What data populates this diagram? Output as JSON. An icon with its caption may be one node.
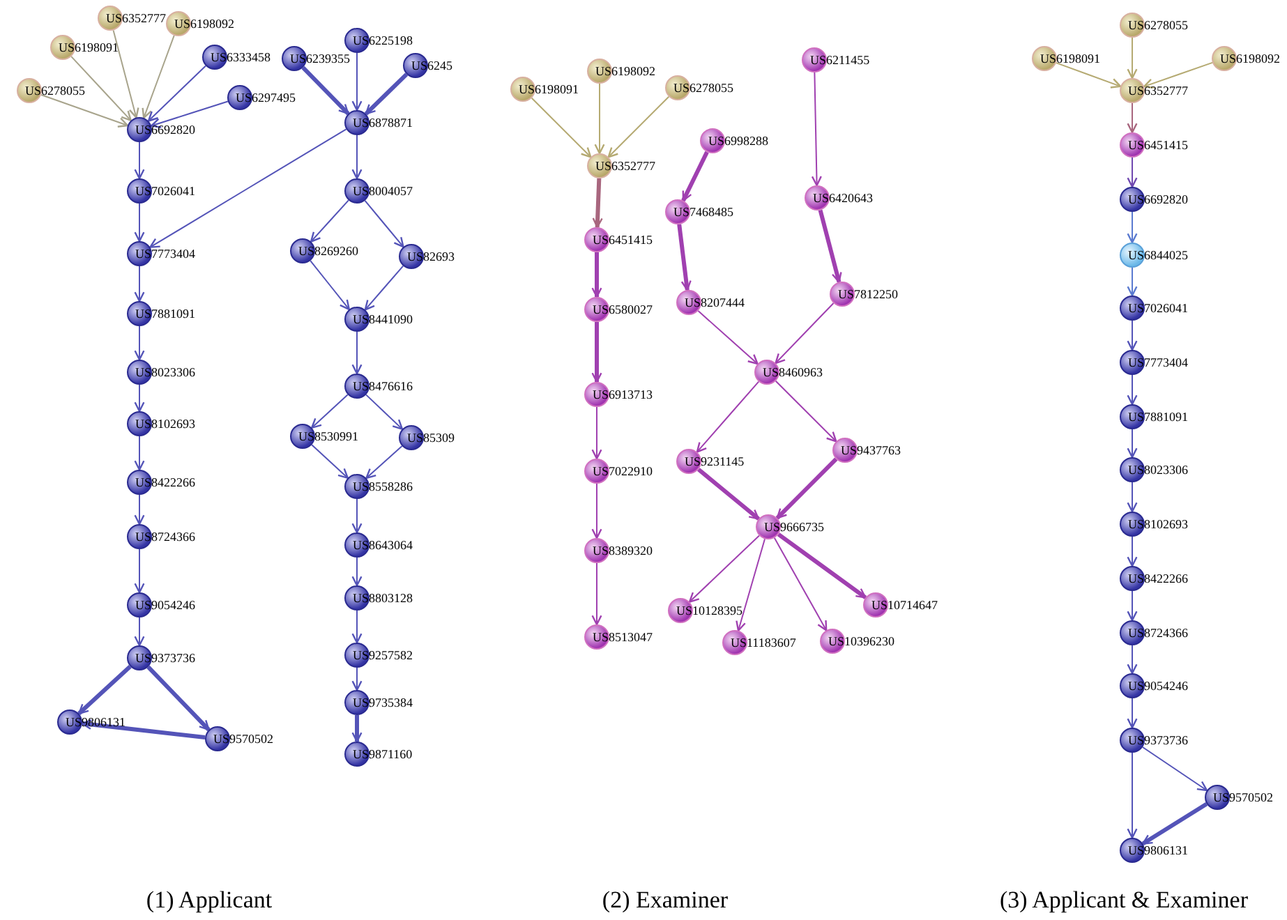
{
  "diagram": {
    "nodes": [
      {
        "text": [
          "US6352777"
        ]
      },
      {
        "text": [
          "US6198092"
        ]
      },
      {
        "text": [
          "US6198091"
        ]
      },
      {
        "text": [
          "US6333458"
        ]
      },
      {
        "text": [
          "US6278055"
        ]
      },
      {
        "text": [
          "US6297495"
        ]
      },
      {
        "text": [
          "US6692820"
        ]
      },
      {
        "text": [
          "US7026041"
        ]
      },
      {
        "text": [
          "US7773404"
        ]
      },
      {
        "text": [
          "US7881091"
        ]
      },
      {
        "text": [
          "US8023306"
        ]
      },
      {
        "text": [
          "US8102693"
        ]
      },
      {
        "text": [
          "US8422266"
        ]
      },
      {
        "text": [
          "US8724366"
        ]
      },
      {
        "text": [
          "US9054246"
        ]
      },
      {
        "text": [
          "US9373736"
        ]
      },
      {
        "text": [
          "US9806131"
        ]
      },
      {
        "text": [
          "US9570502"
        ]
      },
      {
        "text": [
          "US6225198"
        ]
      },
      {
        "text": [
          "US6239355"
        ]
      },
      {
        "text": [
          "US6245"
        ]
      },
      {
        "text": [
          "US6878871"
        ]
      },
      {
        "text": [
          "US8004057"
        ]
      },
      {
        "text": [
          "US8269260"
        ]
      },
      {
        "text": [
          "US82693"
        ]
      },
      {
        "text": [
          "US8441090"
        ]
      },
      {
        "text": [
          "US8476616"
        ]
      },
      {
        "text": [
          "US8530991"
        ]
      },
      {
        "text": [
          "US85309"
        ]
      },
      {
        "text": [
          "US8558286"
        ]
      },
      {
        "text": [
          "US8643064"
        ]
      },
      {
        "text": [
          "US8803128"
        ]
      },
      {
        "text": [
          "US9257582"
        ]
      },
      {
        "text": [
          "US9735384"
        ]
      },
      {
        "text": [
          "US9871160"
        ]
      },
      {
        "text": [
          "US6198091"
        ]
      },
      {
        "text": [
          "US6198092"
        ]
      },
      {
        "text": [
          "US6278055"
        ]
      },
      {
        "text": [
          "US6352777"
        ]
      },
      {
        "text": [
          "US6451415"
        ]
      },
      {
        "text": [
          "US6580027"
        ]
      },
      {
        "text": [
          "US6913713"
        ]
      },
      {
        "text": [
          "US7022910"
        ]
      },
      {
        "text": [
          "US8389320"
        ]
      },
      {
        "text": [
          "US8513047"
        ]
      },
      {
        "text": [
          "US6211455"
        ]
      },
      {
        "text": [
          "US6998288"
        ]
      },
      {
        "text": [
          "US7468485"
        ]
      },
      {
        "text": [
          "US6420643"
        ]
      },
      {
        "text": [
          "US8207444"
        ]
      },
      {
        "text": [
          "US7812250"
        ]
      },
      {
        "text": [
          "US8460963"
        ]
      },
      {
        "text": [
          "US9231145"
        ]
      },
      {
        "text": [
          "US9437763"
        ]
      },
      {
        "text": [
          "US9666735"
        ]
      },
      {
        "text": [
          "US10128395"
        ]
      },
      {
        "text": [
          "US11183607"
        ]
      },
      {
        "text": [
          "US10396230"
        ]
      },
      {
        "text": [
          "US10714647"
        ]
      },
      {
        "text": [
          "US6278055"
        ]
      },
      {
        "text": [
          "US6198091"
        ]
      },
      {
        "text": [
          "US6198092"
        ]
      },
      {
        "text": [
          "US6352777"
        ]
      },
      {
        "text": [
          "US6451415"
        ]
      },
      {
        "text": [
          "US6692820"
        ]
      },
      {
        "text": [
          "US6844025"
        ]
      },
      {
        "text": [
          "US7026041"
        ]
      },
      {
        "text": [
          "US7773404"
        ]
      },
      {
        "text": [
          "US7881091"
        ]
      },
      {
        "text": [
          "US8023306"
        ]
      },
      {
        "text": [
          "US8102693"
        ]
      },
      {
        "text": [
          "US8422266"
        ]
      },
      {
        "text": [
          "US8724366"
        ]
      },
      {
        "text": [
          "US9054246"
        ]
      },
      {
        "text": [
          "US9373736"
        ]
      },
      {
        "text": [
          "US9570502"
        ]
      },
      {
        "text": [
          "US9806131"
        ]
      }
    ],
    "edges": [
      {
        "from": 4,
        "to": 6,
        "arrow": "to",
        "color": "#a8a48c"
      },
      {
        "from": 2,
        "to": 6,
        "arrow": "to",
        "color": "#a8a48c"
      },
      {
        "from": 0,
        "to": 6,
        "arrow": "to",
        "color": "#a8a48c"
      },
      {
        "from": 1,
        "to": 6,
        "arrow": "to",
        "color": "#a8a48c"
      },
      {
        "from": 3,
        "to": 6,
        "arrow": "to"
      },
      {
        "from": 5,
        "to": 6,
        "arrow": "to"
      },
      {
        "from": 6,
        "to": 7,
        "arrow": "to"
      },
      {
        "from": 7,
        "to": 8,
        "arrow": "to"
      },
      {
        "from": 21,
        "to": 8,
        "arrow": "to"
      },
      {
        "from": 8,
        "to": 9,
        "arrow": "to"
      },
      {
        "from": 9,
        "to": 10,
        "arrow": "to"
      },
      {
        "from": 10,
        "to": 11,
        "arrow": "to"
      },
      {
        "from": 11,
        "to": 12,
        "arrow": "to"
      },
      {
        "from": 12,
        "to": 13,
        "arrow": "to"
      },
      {
        "from": 13,
        "to": 14,
        "arrow": "to"
      },
      {
        "from": 14,
        "to": 15,
        "arrow": "to"
      },
      {
        "from": 15,
        "to": 16,
        "arrow": "to",
        "style": "thick"
      },
      {
        "from": 15,
        "to": 17,
        "arrow": "to",
        "style": "thick"
      },
      {
        "from": 17,
        "to": 16,
        "arrow": "to",
        "style": "thick"
      },
      {
        "from": 19,
        "to": 21,
        "arrow": "to",
        "style": "thick"
      },
      {
        "from": 18,
        "to": 21,
        "arrow": "to"
      },
      {
        "from": 20,
        "to": 21,
        "arrow": "to",
        "style": "thick"
      },
      {
        "from": 21,
        "to": 22,
        "arrow": "to"
      },
      {
        "from": 22,
        "to": 23,
        "arrow": "to"
      },
      {
        "from": 22,
        "to": 24,
        "arrow": "to"
      },
      {
        "from": 23,
        "to": 25,
        "arrow": "to"
      },
      {
        "from": 24,
        "to": 25,
        "arrow": "to"
      },
      {
        "from": 25,
        "to": 26,
        "arrow": "to"
      },
      {
        "from": 26,
        "to": 27,
        "arrow": "to"
      },
      {
        "from": 26,
        "to": 28,
        "arrow": "to"
      },
      {
        "from": 27,
        "to": 29,
        "arrow": "to"
      },
      {
        "from": 28,
        "to": 29,
        "arrow": "to"
      },
      {
        "from": 29,
        "to": 30,
        "arrow": "to"
      },
      {
        "from": 30,
        "to": 31,
        "arrow": "to"
      },
      {
        "from": 31,
        "to": 32,
        "arrow": "to"
      },
      {
        "from": 32,
        "to": 33,
        "arrow": "to"
      },
      {
        "from": 33,
        "to": 34,
        "arrow": "to",
        "style": "thick"
      },
      {
        "from": 35,
        "to": 38,
        "arrow": "to",
        "color": "#b5aa72"
      },
      {
        "from": 36,
        "to": 38,
        "arrow": "to",
        "color": "#b5aa72"
      },
      {
        "from": 37,
        "to": 38,
        "arrow": "to",
        "color": "#b5aa72"
      },
      {
        "from": 38,
        "to": 39,
        "arrow": "to",
        "color": "#a8667e",
        "style": "thick"
      },
      {
        "from": 39,
        "to": 40,
        "arrow": "to",
        "color": "#a040b0",
        "style": "thick"
      },
      {
        "from": 40,
        "to": 41,
        "arrow": "to",
        "color": "#a040b0",
        "style": "thick"
      },
      {
        "from": 41,
        "to": 42,
        "arrow": "to",
        "color": "#a040b0"
      },
      {
        "from": 42,
        "to": 43,
        "arrow": "to",
        "color": "#a040b0"
      },
      {
        "from": 43,
        "to": 44,
        "arrow": "to",
        "color": "#a040b0"
      },
      {
        "from": 46,
        "to": 47,
        "arrow": "to",
        "color": "#a040b0",
        "style": "thick"
      },
      {
        "from": 47,
        "to": 49,
        "arrow": "to",
        "color": "#a040b0",
        "style": "thick"
      },
      {
        "from": 49,
        "to": 51,
        "arrow": "to",
        "color": "#a040b0"
      },
      {
        "from": 45,
        "to": 48,
        "arrow": "to",
        "color": "#a040b0"
      },
      {
        "from": 48,
        "to": 50,
        "arrow": "to",
        "color": "#a040b0",
        "style": "thick"
      },
      {
        "from": 50,
        "to": 51,
        "arrow": "to",
        "color": "#a040b0"
      },
      {
        "from": 51,
        "to": 52,
        "arrow": "to",
        "color": "#a040b0"
      },
      {
        "from": 51,
        "to": 53,
        "arrow": "to",
        "color": "#a040b0"
      },
      {
        "from": 52,
        "to": 54,
        "arrow": "to",
        "color": "#a040b0",
        "style": "thick"
      },
      {
        "from": 53,
        "to": 54,
        "arrow": "to",
        "color": "#a040b0",
        "style": "thick"
      },
      {
        "from": 54,
        "to": 55,
        "arrow": "to",
        "color": "#a040b0"
      },
      {
        "from": 54,
        "to": 56,
        "arrow": "to",
        "color": "#a040b0"
      },
      {
        "from": 54,
        "to": 57,
        "arrow": "to",
        "color": "#a040b0"
      },
      {
        "from": 54,
        "to": 58,
        "arrow": "to",
        "color": "#a040b0",
        "style": "thick"
      },
      {
        "from": 59,
        "to": 62,
        "arrow": "to",
        "color": "#b5aa72"
      },
      {
        "from": 60,
        "to": 62,
        "arrow": "to",
        "color": "#b5aa72"
      },
      {
        "from": 61,
        "to": 62,
        "arrow": "to",
        "color": "#b5aa72"
      },
      {
        "from": 62,
        "to": 63,
        "arrow": "to",
        "color": "#a8667e"
      },
      {
        "from": 63,
        "to": 64,
        "arrow": "to",
        "color": "#7048b0"
      },
      {
        "from": 64,
        "to": 65,
        "arrow": "to",
        "color": "#5a7ad0"
      },
      {
        "from": 65,
        "to": 66,
        "arrow": "to",
        "color": "#5a7ad0"
      },
      {
        "from": 66,
        "to": 67,
        "arrow": "to"
      },
      {
        "from": 67,
        "to": 68,
        "arrow": "to"
      },
      {
        "from": 68,
        "to": 69,
        "arrow": "to"
      },
      {
        "from": 69,
        "to": 70,
        "arrow": "to"
      },
      {
        "from": 70,
        "to": 71,
        "arrow": "to"
      },
      {
        "from": 71,
        "to": 72,
        "arrow": "to"
      },
      {
        "from": 72,
        "to": 73,
        "arrow": "to"
      },
      {
        "from": 73,
        "to": 74,
        "arrow": "to"
      },
      {
        "from": 74,
        "to": 76,
        "arrow": "to"
      },
      {
        "from": 74,
        "to": 75,
        "arrow": "to"
      },
      {
        "from": 75,
        "to": 76,
        "arrow": "to",
        "style": "thick"
      }
    ],
    "labels": [
      "(1) Applicant",
      "(2) Examiner",
      "(3) Applicant & Examiner"
    ]
  }
}
